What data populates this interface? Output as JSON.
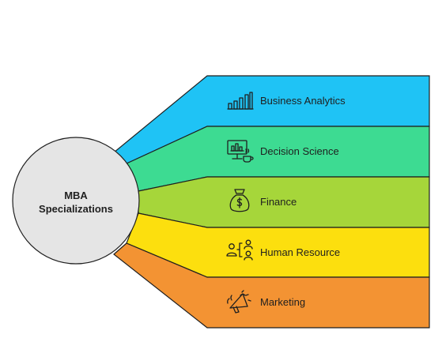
{
  "hub": {
    "line1": "MBA",
    "line2": "Specializations"
  },
  "branches": [
    {
      "label": "Business Analytics",
      "icon": "bar-chart-icon",
      "color": "#1fc3f5"
    },
    {
      "label": "Decision Science",
      "icon": "monitor-chart-coffee-icon",
      "color": "#3ddb92"
    },
    {
      "label": "Finance",
      "icon": "money-bag-icon",
      "color": "#a6d63a"
    },
    {
      "label": "Human Resource",
      "icon": "people-hierarchy-icon",
      "color": "#fcdf0e"
    },
    {
      "label": "Marketing",
      "icon": "megaphone-icon",
      "color": "#f39333"
    }
  ],
  "colors": {
    "hub_fill": "#e5e5e5",
    "outline": "#1f1f1f"
  }
}
